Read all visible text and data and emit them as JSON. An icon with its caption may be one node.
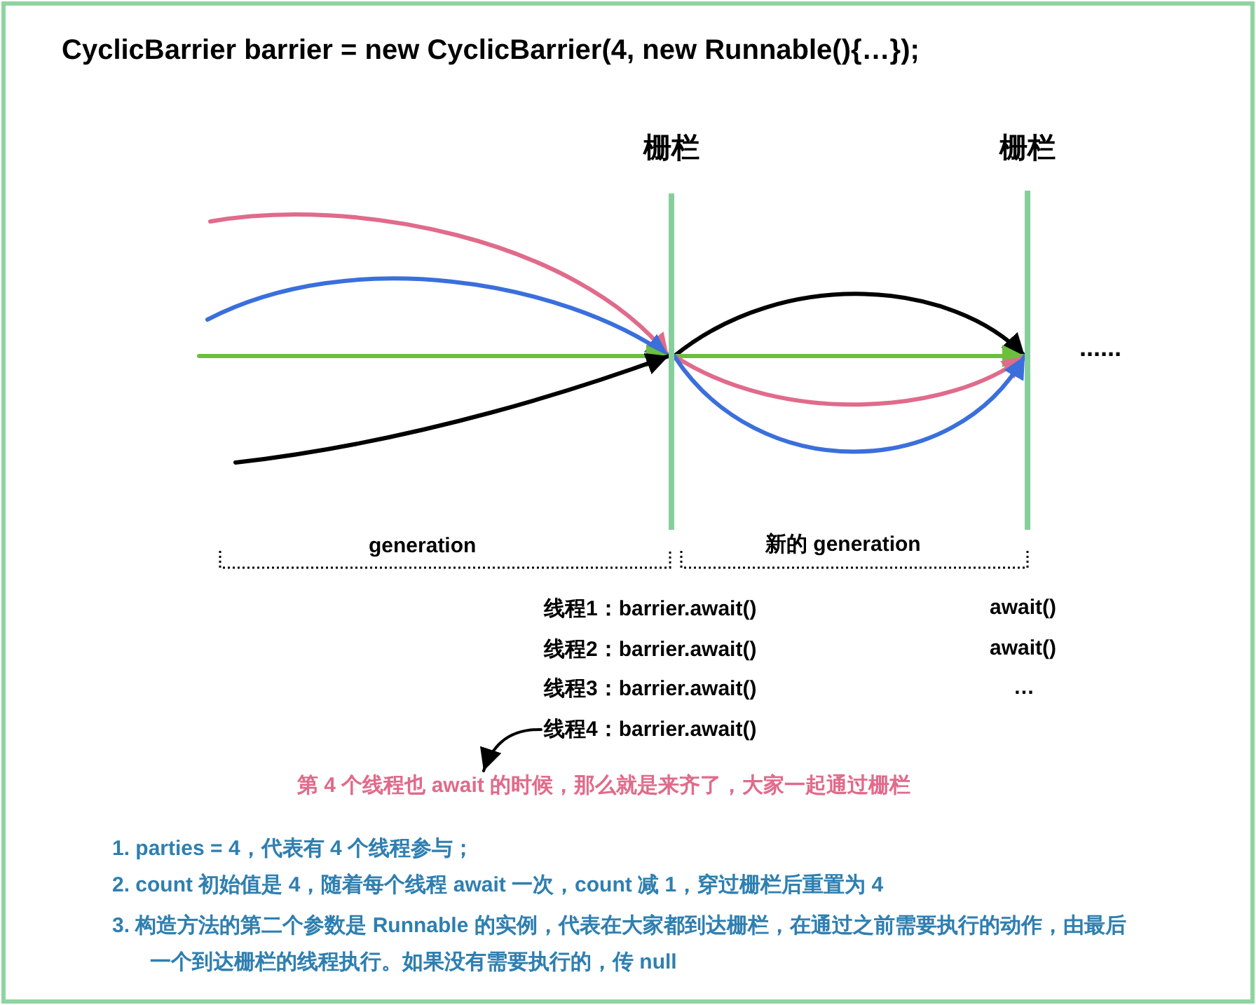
{
  "diagram": {
    "title": "CyclicBarrier barrier = new CyclicBarrier(4, new Runnable(){…});",
    "nodes": [
      {
        "text": [],
        "shape": "bar",
        "beside": [
          "栅栏"
        ]
      },
      {
        "text": [],
        "shape": "bar",
        "beside": [
          "栅栏"
        ]
      },
      {
        "text": [
          "线程4：barrier.await()"
        ]
      },
      {
        "text": [
          "第 4 个线程也 await 的时候，那么就是来齐了，大家一起通过栅栏"
        ]
      }
    ],
    "edges": [
      {
        "from": null,
        "to": 0,
        "arrow": "to",
        "color": "#e06b8b"
      },
      {
        "from": null,
        "to": 0,
        "arrow": "to",
        "color": "#3a6fdc"
      },
      {
        "from": null,
        "to": 0,
        "arrow": "to",
        "color": "#6cbf3c"
      },
      {
        "from": null,
        "to": 0,
        "arrow": "to",
        "color": "#000000"
      },
      {
        "from": 0,
        "to": 1,
        "arrow": "to",
        "color": "#000000"
      },
      {
        "from": 0,
        "to": 1,
        "arrow": "to",
        "color": "#6cbf3c"
      },
      {
        "from": 0,
        "to": 1,
        "arrow": "to",
        "color": "#e06b8b"
      },
      {
        "from": 0,
        "to": 1,
        "arrow": "to",
        "color": "#3a6fdc"
      },
      {
        "from": 2,
        "to": 3,
        "arrow": "to",
        "color": "#000000"
      }
    ],
    "labels": [
      "......",
      "generation",
      "新的 generation",
      "线程1：barrier.await()",
      "await()",
      "线程2：barrier.await()",
      "await()",
      "线程3：barrier.await()",
      "…",
      "1. parties = 4，代表有 4 个线程参与；",
      "2. count 初始值是 4，随着每个线程 await 一次，count 减 1，穿过栅栏后重置为 4",
      "3. 构造方法的第二个参数是 Runnable 的实例，代表在大家都到达栅栏，在通过之前需要执行的动作，由最后一个到达栅栏的线程执行。如果没有需要执行的，传 null"
    ]
  }
}
